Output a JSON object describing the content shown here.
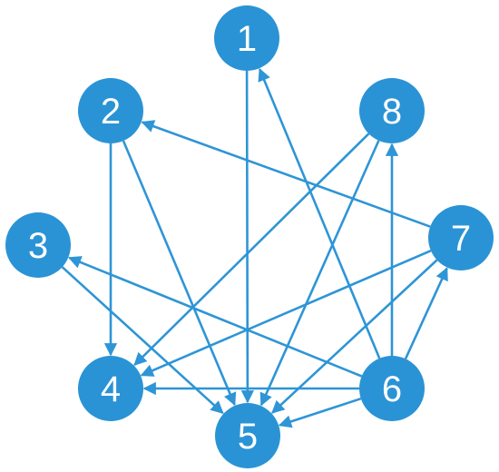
{
  "colors": {
    "node_fill": "#2a93d5",
    "edge_stroke": "#2e95d6",
    "label_text": "#ffffff",
    "background": "#ffffff"
  },
  "graph": {
    "directed": true,
    "nodes": [
      {
        "id": "1",
        "label": "1"
      },
      {
        "id": "2",
        "label": "2"
      },
      {
        "id": "3",
        "label": "3"
      },
      {
        "id": "4",
        "label": "4"
      },
      {
        "id": "5",
        "label": "5"
      },
      {
        "id": "6",
        "label": "6"
      },
      {
        "id": "7",
        "label": "7"
      },
      {
        "id": "8",
        "label": "8"
      }
    ],
    "edges": [
      {
        "from": "1",
        "to": "5"
      },
      {
        "from": "2",
        "to": "4"
      },
      {
        "from": "2",
        "to": "5"
      },
      {
        "from": "3",
        "to": "5"
      },
      {
        "from": "8",
        "to": "4"
      },
      {
        "from": "8",
        "to": "5"
      },
      {
        "from": "7",
        "to": "2"
      },
      {
        "from": "7",
        "to": "4"
      },
      {
        "from": "7",
        "to": "5"
      },
      {
        "from": "6",
        "to": "1"
      },
      {
        "from": "6",
        "to": "3"
      },
      {
        "from": "6",
        "to": "4"
      },
      {
        "from": "6",
        "to": "5"
      },
      {
        "from": "6",
        "to": "7"
      },
      {
        "from": "6",
        "to": "8"
      }
    ]
  }
}
